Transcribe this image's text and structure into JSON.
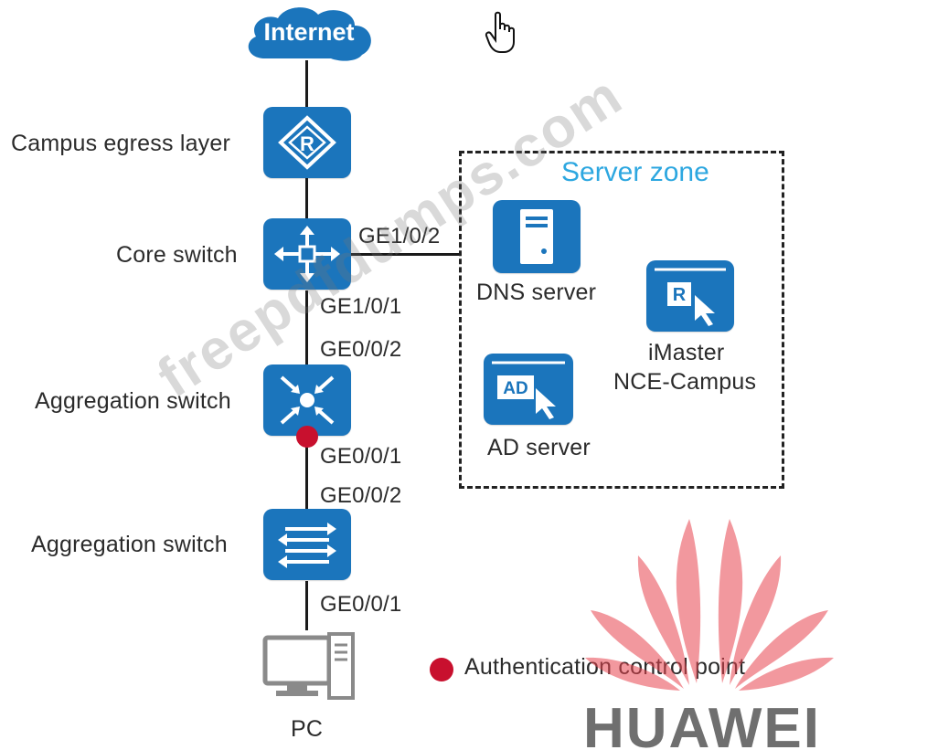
{
  "internet": {
    "label": "Internet"
  },
  "layers": {
    "egress": "Campus egress layer",
    "core": "Core switch",
    "aggregation": "Aggregation switch",
    "access": "Aggregation switch"
  },
  "ports": {
    "core_to_server": "GE1/0/2",
    "core_down": "GE1/0/1",
    "agg_up": "GE0/0/2",
    "agg_down": "GE0/0/1",
    "acc_up": "GE0/0/2",
    "acc_down": "GE0/0/1"
  },
  "pc": {
    "label": "PC"
  },
  "server_zone": {
    "title": "Server zone",
    "dns": "DNS server",
    "ad": "AD server",
    "imaster_line1": "iMaster",
    "imaster_line2": "NCE-Campus"
  },
  "legend": {
    "label": "Authentication control point"
  },
  "watermark": "freepdfdumps.com",
  "brand": "HUAWEI",
  "colors": {
    "device": "#1b75bc",
    "zone_title": "#2da7e0",
    "auth_point": "#c8102e",
    "brand_petal": "#e8444f"
  }
}
